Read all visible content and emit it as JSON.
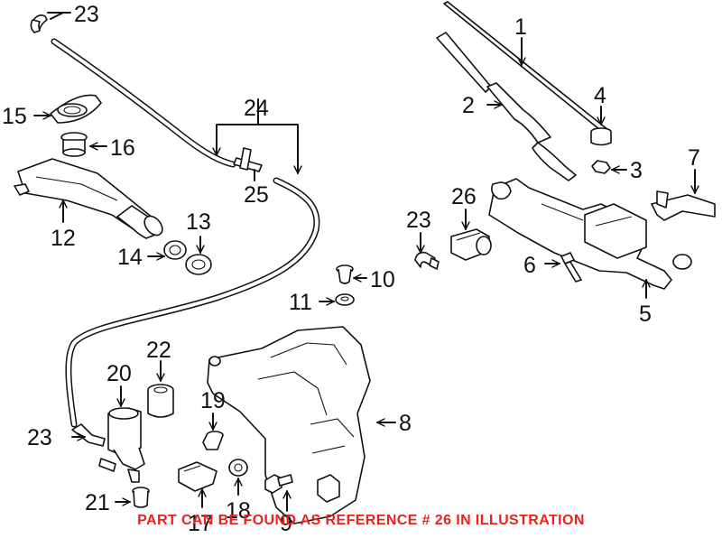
{
  "diagram": {
    "footer_note": "PART CAN BE FOUND AS REFERENCE # 26 IN ILLUSTRATION",
    "note_color": "#e8231e",
    "callouts": [
      {
        "id": "c1",
        "label": "1"
      },
      {
        "id": "c2",
        "label": "2"
      },
      {
        "id": "c3",
        "label": "3"
      },
      {
        "id": "c4",
        "label": "4"
      },
      {
        "id": "c5",
        "label": "5"
      },
      {
        "id": "c6",
        "label": "6"
      },
      {
        "id": "c7",
        "label": "7"
      },
      {
        "id": "c8",
        "label": "8"
      },
      {
        "id": "c9",
        "label": "9"
      },
      {
        "id": "c10",
        "label": "10"
      },
      {
        "id": "c11",
        "label": "11"
      },
      {
        "id": "c12",
        "label": "12"
      },
      {
        "id": "c13",
        "label": "13"
      },
      {
        "id": "c14",
        "label": "14"
      },
      {
        "id": "c15",
        "label": "15"
      },
      {
        "id": "c16",
        "label": "16"
      },
      {
        "id": "c17",
        "label": "17"
      },
      {
        "id": "c18",
        "label": "18"
      },
      {
        "id": "c19",
        "label": "19"
      },
      {
        "id": "c20",
        "label": "20"
      },
      {
        "id": "c21",
        "label": "21"
      },
      {
        "id": "c22",
        "label": "22"
      },
      {
        "id": "c23a",
        "label": "23"
      },
      {
        "id": "c23b",
        "label": "23"
      },
      {
        "id": "c23c",
        "label": "23"
      },
      {
        "id": "c24",
        "label": "24"
      },
      {
        "id": "c25",
        "label": "25"
      },
      {
        "id": "c26",
        "label": "26"
      }
    ]
  }
}
